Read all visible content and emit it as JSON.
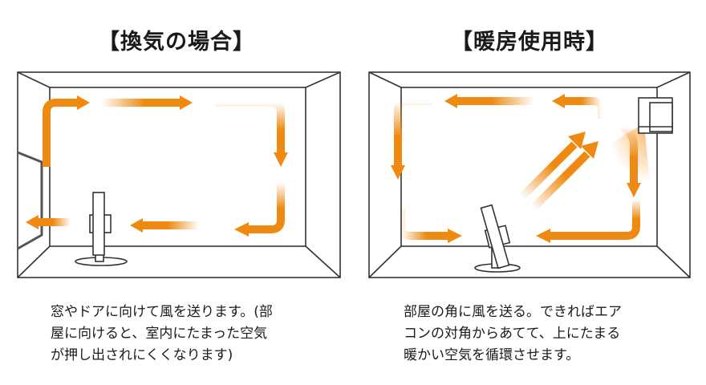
{
  "panels": [
    {
      "title": "【換気の場合】",
      "caption_lines": [
        "窓やドアに向けて風を送ります。(部",
        "屋に向けると、室内にたまった空気",
        "が押し出されにくくなります)"
      ],
      "icons": [
        "room-outline",
        "open-door",
        "standing-fan",
        "airflow-arrows"
      ]
    },
    {
      "title": "【暖房使用時】",
      "caption_lines": [
        "部屋の角に風を送る。できればエア",
        "コンの対角からあてて、上にたまる",
        "暖かい空気を循環させます。"
      ],
      "icons": [
        "room-outline",
        "air-conditioner",
        "warm-air",
        "tilted-fan",
        "airflow-arrows"
      ]
    }
  ],
  "colors": {
    "arrow": "#ee8a12",
    "warm_air": "#f7b25a",
    "outline": "#333333"
  }
}
